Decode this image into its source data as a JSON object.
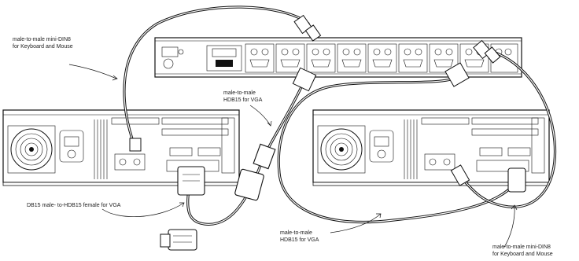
{
  "labels": {
    "top_left": [
      "male-to-male mini-DIN8",
      "for Keyboard and Mouse"
    ],
    "center_vga": [
      "male-to-male",
      "HDB15 for VGA"
    ],
    "bottom_left_adapter": "DB15 male- to-HDB15 female for VGA",
    "bottom_center_vga": [
      "male-to-male",
      "HDB15 for VGA"
    ],
    "bottom_right": [
      "male-to-male mini-DIN8",
      "for Keyboard and Mouse"
    ]
  }
}
